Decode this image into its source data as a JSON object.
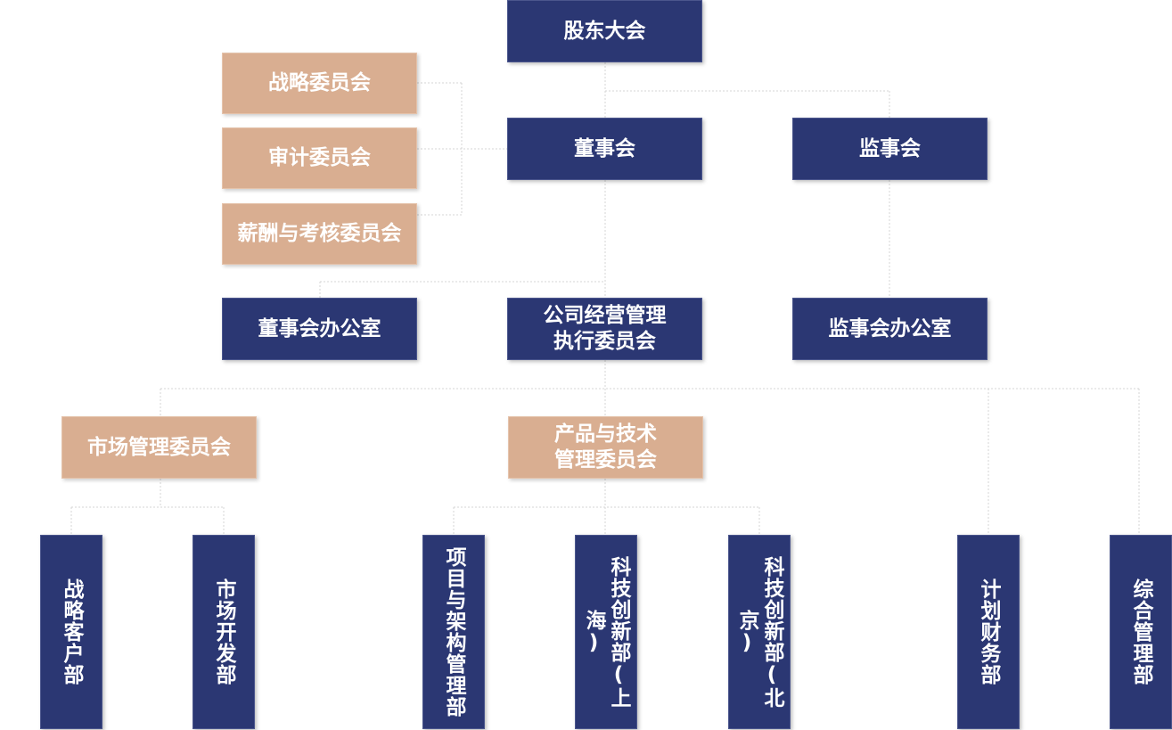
{
  "colors": {
    "navy": "#2b3773",
    "tan": "#d9ae91",
    "connector": "#d4d4d4"
  },
  "nodes": {
    "shareholders": "股东大会",
    "strategy_committee": "战略委员会",
    "audit_committee": "审计委员会",
    "compensation_committee": "薪酬与考核委员会",
    "board": "董事会",
    "supervisory_board": "监事会",
    "board_office": "董事会办公室",
    "executive_committee": "公司经营管理\n执行委员会",
    "supervisory_office": "监事会办公室",
    "market_committee": "市场管理委员会",
    "product_tech_committee": "产品与技术\n管理委员会",
    "strategic_clients_dept": "战略客户部",
    "market_dev_dept": "市场开发部",
    "project_arch_dept": "项目与架构管理部",
    "innovation_shanghai_dept": "科技创新部(上海)",
    "innovation_beijing_dept": "科技创新部(北京)",
    "finance_planning_dept": "计划财务部",
    "general_mgmt_dept": "综合管理部"
  }
}
